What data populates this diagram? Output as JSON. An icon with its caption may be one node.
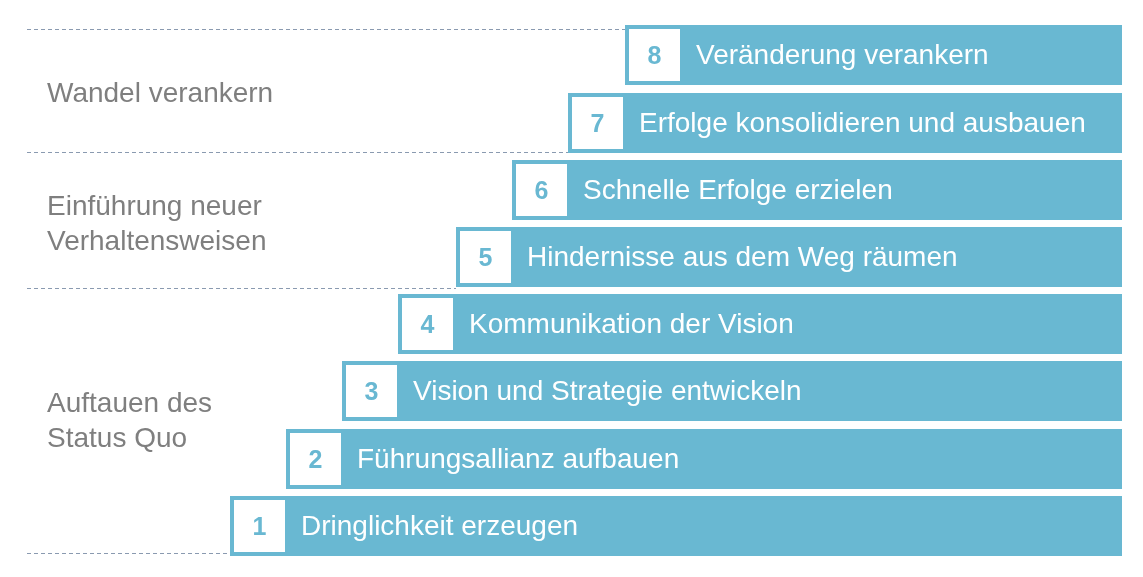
{
  "diagram": {
    "nodes": [
      {
        "text": [
          "8",
          "Veränderung verankern"
        ]
      },
      {
        "text": [
          "7",
          "Erfolge konsolidieren und ausbauen"
        ]
      },
      {
        "text": [
          "6",
          "Schnelle Erfolge erzielen"
        ]
      },
      {
        "text": [
          "5",
          "Hindernisse aus dem Weg räumen"
        ]
      },
      {
        "text": [
          "4",
          "Kommunikation der Vision"
        ]
      },
      {
        "text": [
          "3",
          "Vision und Strategie entwickeln"
        ]
      },
      {
        "text": [
          "2",
          "Führungsallianz aufbauen"
        ]
      },
      {
        "text": [
          "1",
          "Dringlichkeit erzeugen"
        ]
      }
    ],
    "labels": [
      "Wandel verankern",
      "Einführung neuer Verhaltensweisen",
      "Auftauen des Status Quo"
    ]
  }
}
